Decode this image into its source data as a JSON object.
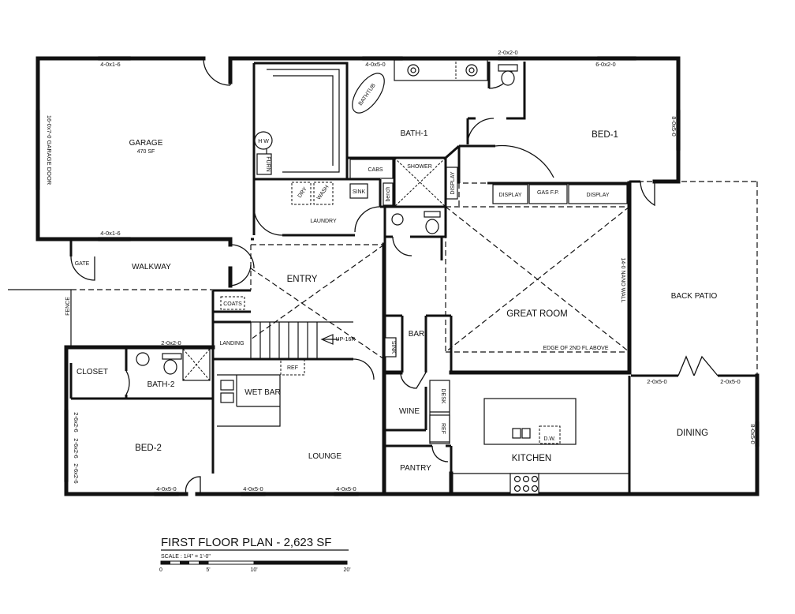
{
  "title": "FIRST FLOOR PLAN - 2,623 SF",
  "scale": {
    "label": "SCALE :  1/4\" = 1'-0\"",
    "ticks": [
      "0",
      "5'",
      "10'",
      "20'"
    ]
  },
  "rooms": {
    "garage": "GARAGE",
    "garage_area": "470 SF",
    "bath1": "BATH-1",
    "bed1": "BED-1",
    "laundry": "LAUNDRY",
    "entry": "ENTRY",
    "walkway": "WALKWAY",
    "great_room": "GREAT ROOM",
    "back_patio": "BACK PATIO",
    "bar": "BAR",
    "closet": "CLOSET",
    "bath2": "BATH-2",
    "bed2": "BED-2",
    "wet_bar": "WET BAR",
    "lounge": "LOUNGE",
    "wine": "WINE",
    "pantry": "PANTRY",
    "kitchen": "KITCHEN",
    "dining": "DINING",
    "landing": "LANDING",
    "coats": "COATS"
  },
  "fixtures": {
    "bathtub": "BATHTUB",
    "hw": "H W",
    "furn": "FURN",
    "cabs": "CABS",
    "shower": "SHOWER",
    "display_v": "DISPLAY",
    "display_1": "DISPLAY",
    "gas_fp": "GAS F.P.",
    "display_2": "DISPLAY",
    "dry": "DRY",
    "wash": "WASH",
    "sink_laundry": "SINK",
    "bench": "bench",
    "sink_bar": "SINK",
    "ref_wetbar": "REF",
    "desk": "DESK",
    "ref_kitchen": "REF",
    "dw": "D.W.",
    "up": "UP-16R",
    "gate": "GATE",
    "fence": "FENCE",
    "nano_wall": "14-0 NANO WALL",
    "edge_2nd": "EDGE OF 2ND FL ABOVE"
  },
  "dims": {
    "garage_top": "4-0x1-6",
    "garage_bottom": "4-0x1-6",
    "garage_door": "16-0x7-0 GARAGE DOOR",
    "bath1_top": "4-0x5-0",
    "wc_top": "2-0x2-0",
    "bed1_top": "6-0x2-0",
    "bed1_right": "8-0x5-0",
    "bath2_top": "2-0x2-0",
    "bed2_left_1": "2-6x2-6",
    "bed2_left_2": "2-6x2-6",
    "bed2_left_3": "2-6x2-6",
    "bed2_bottom": "4-0x5-0",
    "lounge_bottom_1": "4-0x5-0",
    "lounge_bottom_2": "4-0x5-0",
    "dining_top_1": "2-0x5-0",
    "dining_top_2": "2-0x5-0",
    "dining_right": "8-0x5-0"
  }
}
